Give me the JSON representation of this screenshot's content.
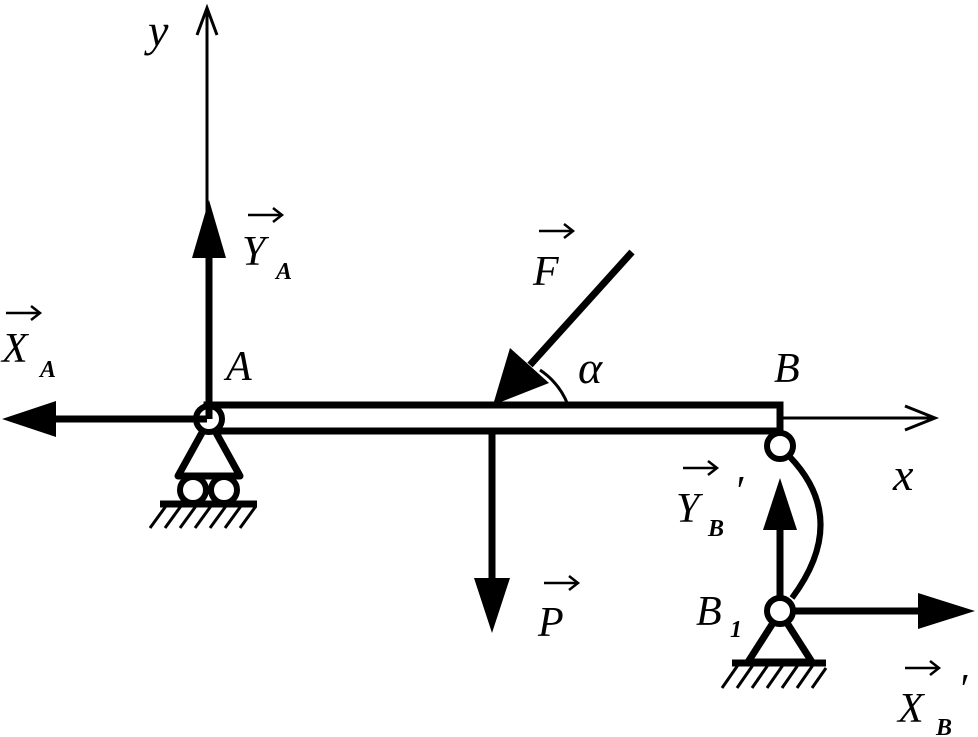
{
  "axes": {
    "x": "x",
    "y": "y"
  },
  "points": {
    "A": "A",
    "B": "B",
    "B1": "B",
    "B1_sub": "1"
  },
  "angle": "α",
  "forces": {
    "XA": {
      "letter": "X",
      "sub": "A"
    },
    "YA": {
      "letter": "Y",
      "sub": "A"
    },
    "F": {
      "letter": "F"
    },
    "P": {
      "letter": "P"
    },
    "YB": {
      "letter": "Y",
      "sub": "B",
      "prime": "′"
    },
    "XB": {
      "letter": "X",
      "sub": "B",
      "prime": "′"
    }
  },
  "colors": {
    "ink": "#000000",
    "background": "#ffffff"
  }
}
